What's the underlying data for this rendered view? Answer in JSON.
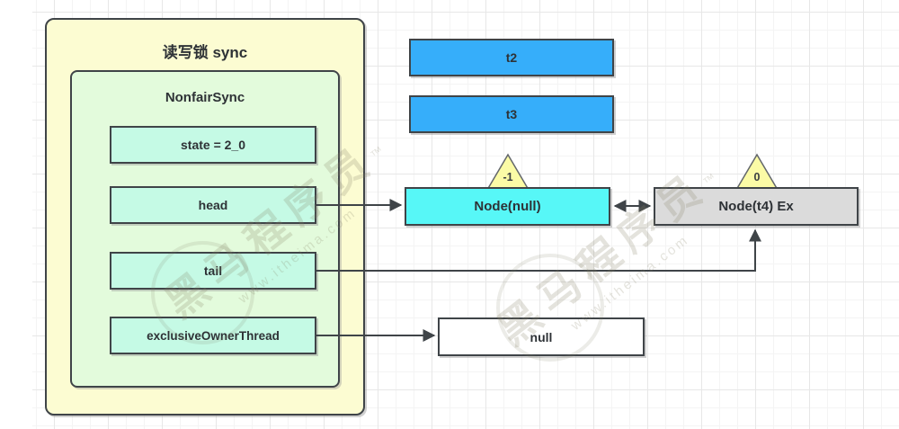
{
  "outer_group": {
    "title": "读写锁 sync"
  },
  "nonfair_sync": {
    "title": "NonfairSync",
    "fields": [
      {
        "label": "state = 2_0"
      },
      {
        "label": "head"
      },
      {
        "label": "tail"
      },
      {
        "label": "exclusiveOwnerThread"
      }
    ]
  },
  "threads": [
    {
      "label": "t2"
    },
    {
      "label": "t3"
    }
  ],
  "queue_nodes": [
    {
      "label": "Node(null)",
      "wait_status": "-1"
    },
    {
      "label": "Node(t4) Ex",
      "wait_status": "0"
    }
  ],
  "owner": {
    "label": "null"
  },
  "watermark": {
    "brand": "黑马程序员",
    "tm": "™",
    "site": "www.itheima.com"
  },
  "colors": {
    "panel_yellow": "#fcfcd2",
    "panel_green": "#e3fbdc",
    "field_mint": "#c5fae5",
    "thread_blue": "#36aefa",
    "node_cyan": "#57f7f7",
    "node_gray": "#dbdbdb",
    "triangle_yellow": "#fbfba6",
    "line_dark": "#3f4448"
  }
}
